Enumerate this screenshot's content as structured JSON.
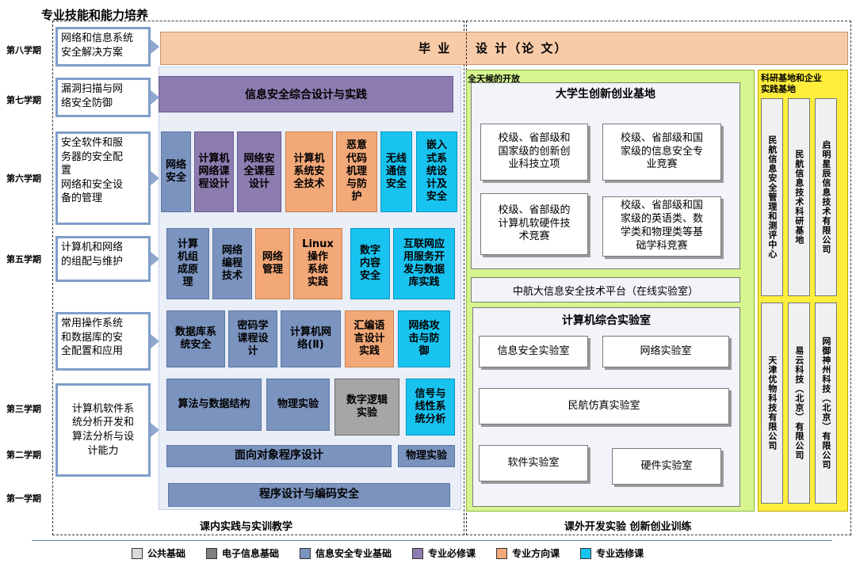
{
  "title": "专业技能和能力培养",
  "semesters": [
    "第八学期",
    "第七学期",
    "第六学期",
    "第五学期",
    "第三学期",
    "第二学期",
    "第一学期"
  ],
  "skills": [
    "网络和信息系统\n安全解决方案",
    "漏洞扫描与网\n络安全防御",
    "安全软件和服\n务器的安全配\n置\n网络和安全设\n备的管理",
    "计算机和网络\n的组配与维护",
    "常用操作系统\n和数据库的安\n全配置和应用",
    "计算机软件系\n统分析开发和\n算法分析与设\n计能力"
  ],
  "graduation": {
    "left": "毕  业",
    "right": "设  计（论  文）"
  },
  "courses": {
    "infosec_design": "信息安全综合设计与实践",
    "s6": [
      "网络\n安全",
      "计算机\n网络课\n程设计",
      "网络安\n全课程\n设计",
      "计算机\n系统安\n全技术",
      "恶意\n代码\n机理\n与防\n护",
      "无线\n通信\n安全",
      "嵌入\n式系\n统设\n计及\n安全"
    ],
    "s5": [
      "计算\n机组\n成原\n理",
      "网络\n编程\n技术",
      "网络\n管理",
      "Linux\n操作\n系统\n实践",
      "数字\n内容\n安全",
      "互联网应\n用服务开\n发与数据\n库实践"
    ],
    "s4": [
      "数据库系\n统安全",
      "密码学\n课程设\n计",
      "计算机网\n络(Ⅱ)",
      "汇编语\n言设计\n实践",
      "网络攻\n击与防\n御"
    ],
    "s3": [
      "算法与数据结构",
      "物理实验",
      "数字逻辑\n实验",
      "信号与\n线性系\n统分析"
    ],
    "s2": [
      "面向对象程序设计",
      "物理实验"
    ],
    "s1": [
      "程序设计与编码安全"
    ]
  },
  "extracurricular": {
    "allday_label": "全天候的开放",
    "base_title": "大学生创新创业基地",
    "base_items": [
      "校级、省部级和\n国家级的创新创\n业科技立项",
      "校级、省部级和国\n家级的信息安全专\n业竞赛",
      "校级、省部级的\n计算机软硬件技\n术竞赛",
      "校级、省部级和国\n家级的英语类、数\n学类和物理类等基\n础学科竞赛"
    ],
    "platform": "中航大信息安全技术平台（在线实验室）",
    "lab_title": "计算机综合实验室",
    "labs": [
      "信息安全实验室",
      "网络实验室",
      "民航仿真实验室",
      "软件实验室",
      "硬件实验室"
    ]
  },
  "research": {
    "title": "科研基地和企业\n实践基地",
    "top": [
      "民航信息安全管理和测评中心",
      "民航信息技术科研基地",
      "启明星辰信息技术有限公司"
    ],
    "bottom": [
      "天津优物科技有限公司",
      "易云科技（北京）有限公司",
      "网御神州科技（北京）有限公司"
    ]
  },
  "footer": {
    "left": "课内实践与实训教学",
    "right": "课外开发实验  创新创业训练"
  },
  "legend": [
    {
      "label": "公共基础",
      "color": "#d9d9d9"
    },
    {
      "label": "电子信息基础",
      "color": "#7f7f7f"
    },
    {
      "label": "信息安全专业基础",
      "color": "#7b93bf"
    },
    {
      "label": "专业必修课",
      "color": "#8d7cb0"
    },
    {
      "label": "专业方向课",
      "color": "#f3a878"
    },
    {
      "label": "专业选修课",
      "color": "#19c3f0"
    }
  ]
}
